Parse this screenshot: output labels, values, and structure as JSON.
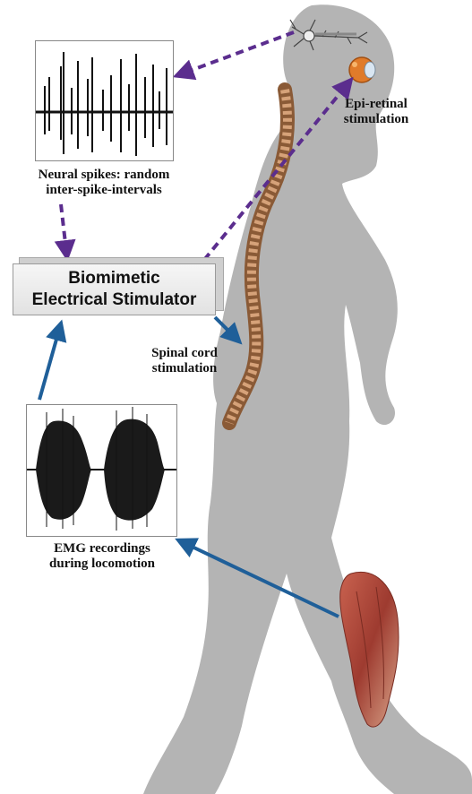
{
  "labels": {
    "neural_spikes": [
      "Neural spikes: random",
      "inter-spike-intervals"
    ],
    "epi_retinal": [
      "Epi-retinal",
      "stimulation"
    ],
    "stimulator": [
      "Biomimetic",
      "Electrical Stimulator"
    ],
    "spinal_cord": [
      "Spinal cord",
      "stimulation"
    ],
    "emg": [
      "EMG recordings",
      "during locomotion"
    ]
  },
  "colors": {
    "body": "#b4b4b4",
    "dashed_arrow": "#6a3d9a",
    "solid_arrow": "#1f5f99",
    "spine": "#b07a4f",
    "muscle": "#b0463a",
    "eye": "#e07b2a"
  },
  "icons": [
    "neuron-icon",
    "eye-icon",
    "spine-icon",
    "leg-muscle-icon"
  ]
}
